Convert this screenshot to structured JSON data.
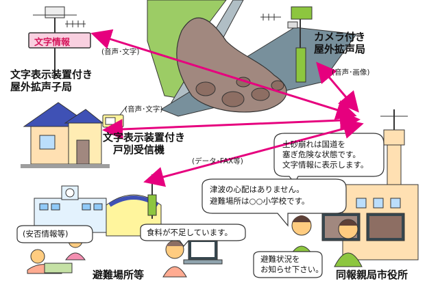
{
  "labels": {
    "text_speaker_station": [
      "文字表示装置付き",
      "屋外拡声子局"
    ],
    "camera_speaker_station": [
      "カメラ付き",
      "屋外拡声局"
    ],
    "home_receiver": [
      "文字表示装置付き",
      "戸別受信機"
    ],
    "evacuation_site": "避難場所等",
    "city_hall": "同報親局市役所"
  },
  "sign_text": "文字情報",
  "arrow_notes": {
    "to_sign": "(音声･文字)",
    "to_camera": "(音声･画像)",
    "to_home": "(音声･文字)",
    "to_shelter": "(データ･FAX等)"
  },
  "bubbles": {
    "landslide": [
      "土砂崩れは国道を",
      "塞ぎ危険な状態です。",
      "文字情報に表示します。"
    ],
    "tsunami": [
      "津波の心配はありません。",
      "避難場所は○○小学校です。"
    ],
    "safety": "(安否情報等)",
    "food": "食料が不足しています。",
    "status": [
      "避難状況を",
      "お知らせ下さい。"
    ]
  },
  "colors": {
    "arrow": "#e6007e",
    "accent_green": "#8dc63f",
    "sign_pink": "#f9d0e0"
  }
}
